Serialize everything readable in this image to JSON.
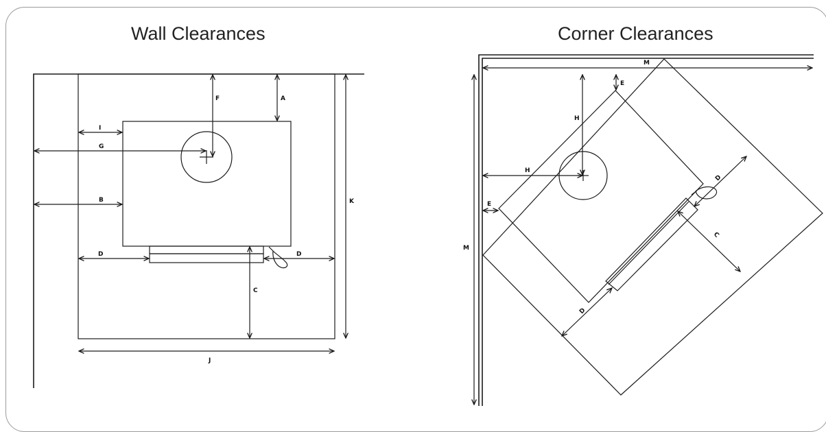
{
  "titles": {
    "wall": "Wall Clearances",
    "corner": "Corner Clearances"
  },
  "labels": {
    "wall": {
      "A": "A",
      "B": "B",
      "C": "C",
      "D1": "D",
      "D2": "D",
      "F": "F",
      "G": "G",
      "I": "I",
      "J": "J",
      "K": "K"
    },
    "corner": {
      "M_top": "M",
      "M_side": "M",
      "E_top": "E",
      "E_side": "E",
      "H_vert": "H",
      "H_horiz": "H",
      "D_upper": "D",
      "D_lower": "D",
      "C": "C"
    }
  }
}
